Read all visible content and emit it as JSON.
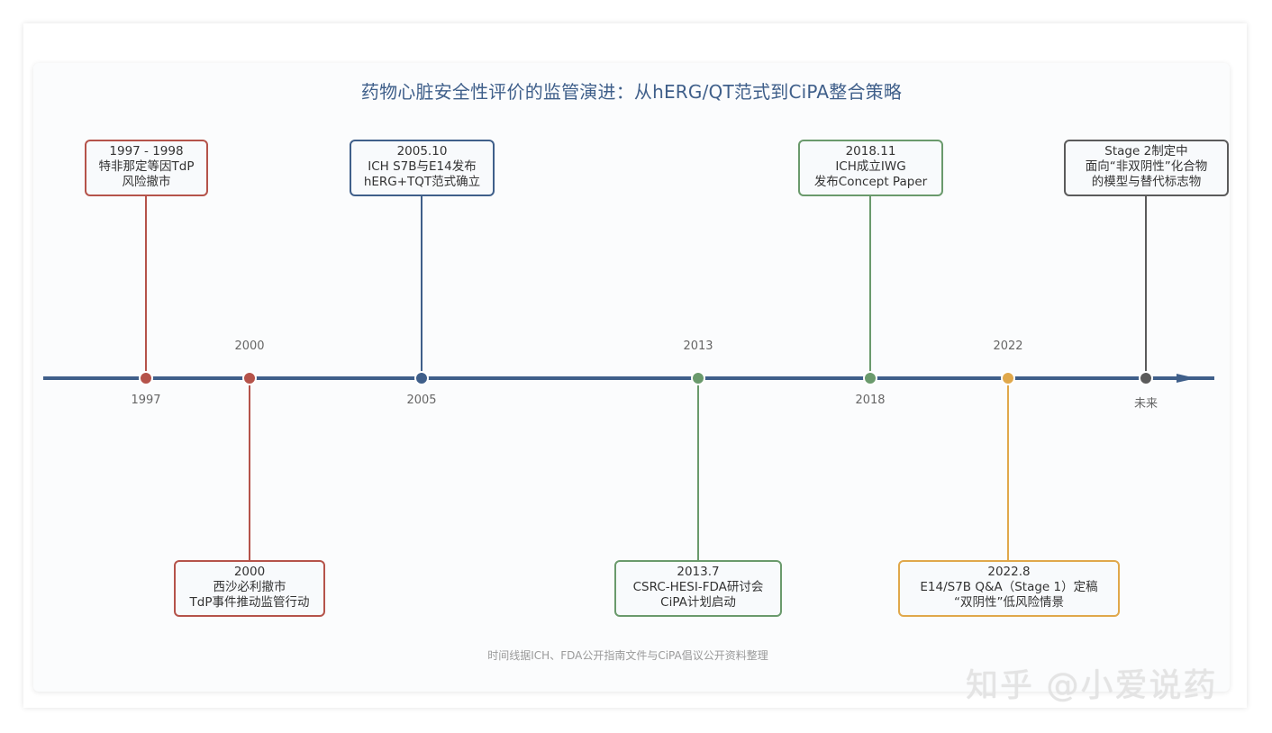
{
  "title": "药物心脏安全性评价的监管演进：从hERG/QT范式到CiPA整合策略",
  "footnote": "时间线据ICH、FDA公开指南文件与CiPA倡议公开资料整理",
  "watermark": "知乎 @小爱说药",
  "colors": {
    "axis": "#3f5f8a",
    "red": "#b5534a",
    "blue": "#3f5f8a",
    "green": "#6a9a6c",
    "orange": "#e0a84b",
    "gray": "#5b5b5b"
  },
  "axis_labels": {
    "below": [
      "1997",
      "2005",
      "2018",
      "未来"
    ],
    "above": [
      "2000",
      "2013",
      "2022"
    ]
  },
  "events": [
    {
      "id": "e1997",
      "lines": [
        "1997 - 1998",
        "特非那定等因TdP",
        "风险撤市"
      ]
    },
    {
      "id": "e2000",
      "lines": [
        "2000",
        "西沙必利撤市",
        "TdP事件推动监管行动"
      ]
    },
    {
      "id": "e2005",
      "lines": [
        "2005.10",
        "ICH S7B与E14发布",
        "hERG+TQT范式确立"
      ]
    },
    {
      "id": "e2013",
      "lines": [
        "2013.7",
        "CSRC-HESI-FDA研讨会",
        "CiPA计划启动"
      ]
    },
    {
      "id": "e2018",
      "lines": [
        "2018.11",
        "ICH成立IWG",
        "发布Concept Paper"
      ]
    },
    {
      "id": "e2022",
      "lines": [
        "2022.8",
        "E14/S7B Q&A（Stage 1）定稿",
        "“双阴性”低风险情景"
      ]
    },
    {
      "id": "efuture",
      "lines": [
        "Stage 2制定中",
        "面向“非双阴性”化合物",
        "的模型与替代标志物"
      ]
    }
  ]
}
